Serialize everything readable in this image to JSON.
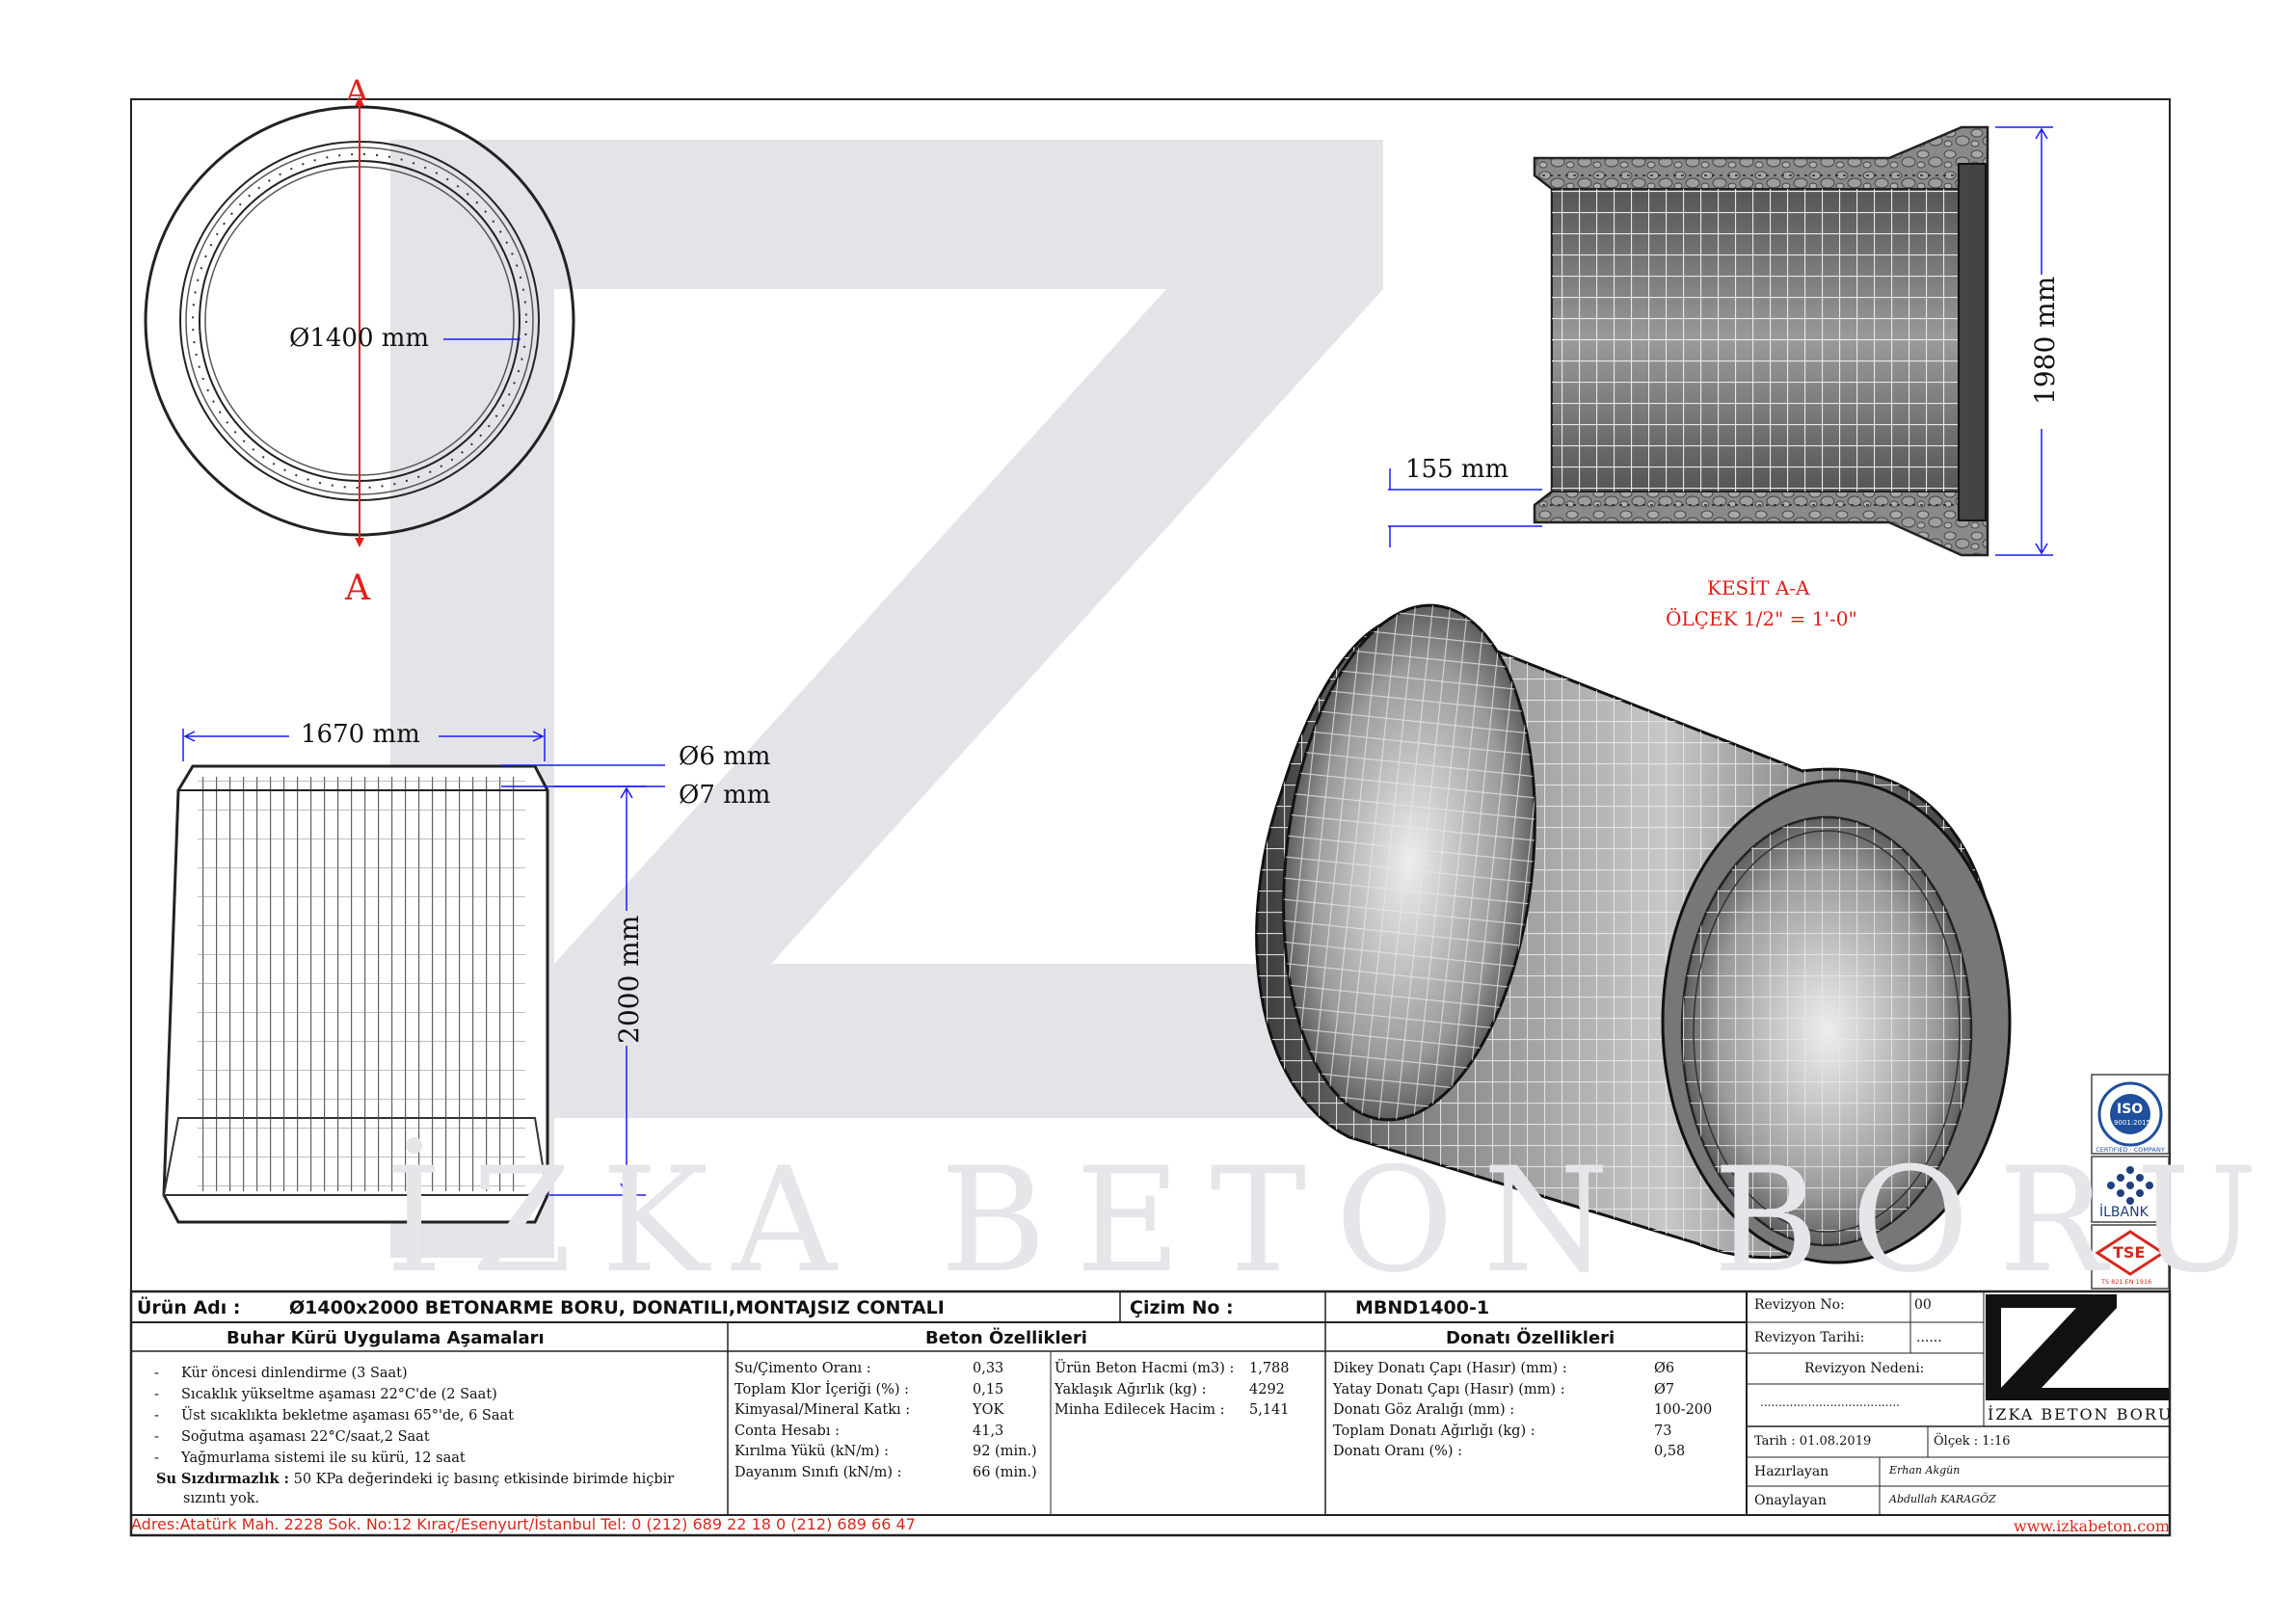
{
  "drawing": {
    "watermark": "İZKA BETON BORU",
    "top_view": {
      "diameter": "Ø1400 mm",
      "section_top": "A",
      "section_bottom": "A"
    },
    "section_view": {
      "wall": "155 mm",
      "height": "1980 mm",
      "title": "KESİT A-A",
      "scale": "ÖLÇEK 1/2\" = 1'-0\""
    },
    "front_view": {
      "width": "1670 mm",
      "bar1": "Ø6 mm",
      "bar2": "Ø7 mm",
      "height": "2000 mm"
    }
  },
  "badges": {
    "iso_line1": "ISO",
    "iso_line2": "9001:2015",
    "iso_ring": "CERTIFIED · COMPANY",
    "ilbank": "İLBANK",
    "tse": "TSE",
    "tse_sub": "TS 821 EN 1916"
  },
  "title_block": {
    "product_label": "Ürün Adı :",
    "product_name": "Ø1400x2000 BETONARME BORU, DONATILI,MONTAJSIZ CONTALI",
    "drawing_no_label": "Çizim No :",
    "drawing_no": "MBND1400-1",
    "revision_no_label": "Revizyon No:",
    "revision_no": "00",
    "revision_date_label": "Revizyon Tarihi:",
    "revision_date": "......",
    "revision_reason_label": "Revizyon Nedeni:",
    "revision_reason_value": "......................................",
    "date": "Tarih : 01.08.2019",
    "scale": "Ölçek : 1:16",
    "prepared_label": "Hazırlayan",
    "prepared_sign": "Erhan Akgün",
    "approved_label": "Onaylayan",
    "approved_sign": "Abdullah KARAGÖZ",
    "logo_text": "İZKA BETON BORU"
  },
  "steam_cure": {
    "title": "Buhar Kürü Uygulama Aşamaları",
    "steps": [
      "Kür öncesi dinlendirme (3 Saat)",
      "Sıcaklık yükseltme aşaması 22°C'de (2 Saat)",
      "Üst sıcaklıkta bekletme aşaması 65°'de, 6 Saat",
      "Soğutma aşaması 22°C/saat,2 Saat",
      "Yağmurlama sistemi ile su kürü, 12 saat"
    ],
    "impermeability_label": "Su Sızdırmazlık :",
    "impermeability_text": "50 KPa değerindeki iç basınç etkisinde birimde hiçbir",
    "impermeability_text2": "sızıntı yok."
  },
  "concrete": {
    "title": "Beton Özellikleri",
    "left": [
      {
        "label": "Su/Çimento Oranı :",
        "value": "0,33"
      },
      {
        "label": "Toplam Klor İçeriği (%) :",
        "value": "0,15"
      },
      {
        "label": "Kimyasal/Mineral Katkı :",
        "value": "YOK"
      },
      {
        "label": "Conta Hesabı :",
        "value": "41,3"
      },
      {
        "label": "Kırılma Yükü (kN/m) :",
        "value": "92 (min.)"
      },
      {
        "label": "Dayanım Sınıfı (kN/m) :",
        "value": "66 (min.)"
      }
    ],
    "right": [
      {
        "label": "Ürün Beton Hacmi (m3) :",
        "value": "1,788"
      },
      {
        "label": "Yaklaşık Ağırlık (kg) :",
        "value": "4292"
      },
      {
        "label": "Minha Edilecek Hacim :",
        "value": "5,141"
      }
    ]
  },
  "reinforcement": {
    "title": "Donatı Özellikleri",
    "rows": [
      {
        "label": "Dikey Donatı Çapı (Hasır) (mm) :",
        "value": "Ø6"
      },
      {
        "label": "Yatay Donatı Çapı (Hasır) (mm) :",
        "value": "Ø7"
      },
      {
        "label": "Donatı Göz Aralığı (mm) :",
        "value": "100-200"
      },
      {
        "label": "Toplam Donatı Ağırlığı (kg) :",
        "value": "73"
      },
      {
        "label": "Donatı Oranı (%) :",
        "value": "0,58"
      }
    ]
  },
  "footer": {
    "address": "Adres:Atatürk Mah. 2228 Sok. No:12 Kıraç/Esenyurt/İstanbul Tel: 0 (212) 689 22 18 0 (212) 689 66 47",
    "website": "www.izkabeton.com"
  },
  "colors": {
    "dimension": "#1a1aff",
    "section": "#e0201b",
    "footer": "#d42a1e",
    "tse": "#d42a1e",
    "iso": "#1f4f9e"
  }
}
